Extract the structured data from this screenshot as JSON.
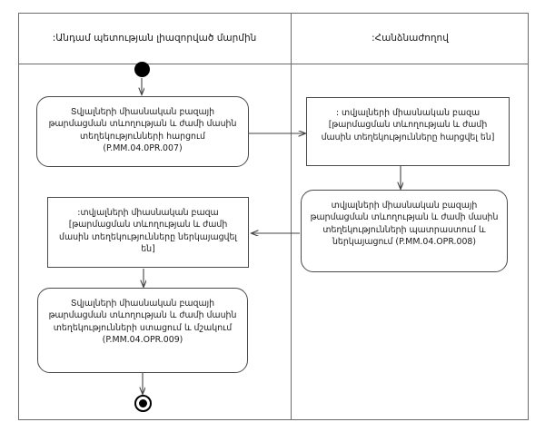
{
  "diagram": {
    "type": "uml-activity-diagram-with-swimlanes",
    "lanes": [
      {
        "id": "lane-left",
        "title": ":Անդամ պետության լիազորված մարմին"
      },
      {
        "id": "lane-right",
        "title": ":Հանձնաժողով"
      }
    ],
    "nodes": [
      {
        "id": "initial",
        "kind": "initial-node",
        "lane": "lane-left",
        "label": ""
      },
      {
        "id": "action-007",
        "kind": "action",
        "lane": "lane-left",
        "text": "Տվյալների միասնական բազայի թարմացման տևողության և ժամի մասին տեղեկությունների հարցում (P.MM.04.0PR.007)"
      },
      {
        "id": "object-requested",
        "kind": "object-node",
        "lane": "lane-right",
        "text": ": տվյալների միասնական բազա [թարմացման տևողության և ժամի մասին տեղեկությունները հարցվել են]"
      },
      {
        "id": "action-008",
        "kind": "action",
        "lane": "lane-right",
        "text": "տվյալների միասնական բազայի թարմացման տևողության և ժամի մասին տեղեկությունների պատրաստում և ներկայացում (P.MM.04.OPR.008)"
      },
      {
        "id": "object-presented",
        "kind": "object-node",
        "lane": "lane-left",
        "text": ":տվյալների միասնական բազա [թարմացման տևողության և ժամի մասին տեղեկությունները ներկայացվել են]"
      },
      {
        "id": "action-009",
        "kind": "action",
        "lane": "lane-left",
        "text": "Տվյալների միասնական բազայի թարմացման տևողության և ժամի մասին տեղեկությունների ստացում և մշակում (P.MM.04.OPR.009)"
      },
      {
        "id": "final",
        "kind": "final-node",
        "lane": "lane-left",
        "label": ""
      }
    ],
    "edges": [
      {
        "id": "edge-initial-to-007",
        "from": "initial",
        "to": "action-007",
        "label": ""
      },
      {
        "id": "edge-007-to-object",
        "from": "action-007",
        "to": "object-requested",
        "label": ""
      },
      {
        "id": "edge-object-to-008",
        "from": "object-requested",
        "to": "action-008",
        "label": ""
      },
      {
        "id": "edge-008-to-object",
        "from": "action-008",
        "to": "object-presented",
        "label": ""
      },
      {
        "id": "edge-object-to-009",
        "from": "object-presented",
        "to": "action-009",
        "label": ""
      },
      {
        "id": "edge-009-to-final",
        "from": "action-009",
        "to": "final",
        "label": ""
      }
    ],
    "colors": {
      "frame": "#6b6b6b",
      "node_border": "#4a4a4a",
      "node_fill": "#ffffff",
      "edge": "#444444",
      "text": "#1a1a1a",
      "background": "#ffffff"
    }
  }
}
